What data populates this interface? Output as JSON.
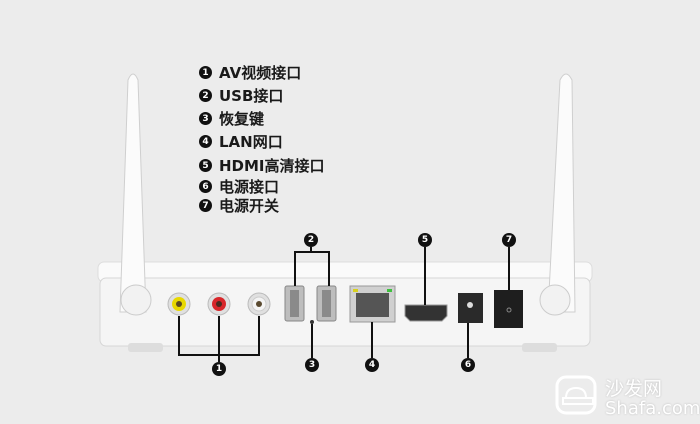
{
  "legend": [
    {
      "num": "1",
      "label": "AV视频接口"
    },
    {
      "num": "2",
      "label": "USB接口"
    },
    {
      "num": "3",
      "label": "恢复键"
    },
    {
      "num": "4",
      "label": "LAN网口"
    },
    {
      "num": "5",
      "label": "HDMI高清接口"
    },
    {
      "num": "6",
      "label": "电源接口"
    },
    {
      "num": "7",
      "label": "电源开关"
    }
  ],
  "callouts": [
    "1",
    "2",
    "3",
    "4",
    "5",
    "6",
    "7"
  ],
  "watermark": {
    "cn": "沙发网",
    "en": "Shafa.com"
  },
  "colors": {
    "rca_yellow": "#e8d800",
    "rca_red": "#d8262a",
    "rca_white": "#f4f4f4",
    "body": "#f7f7f7"
  }
}
